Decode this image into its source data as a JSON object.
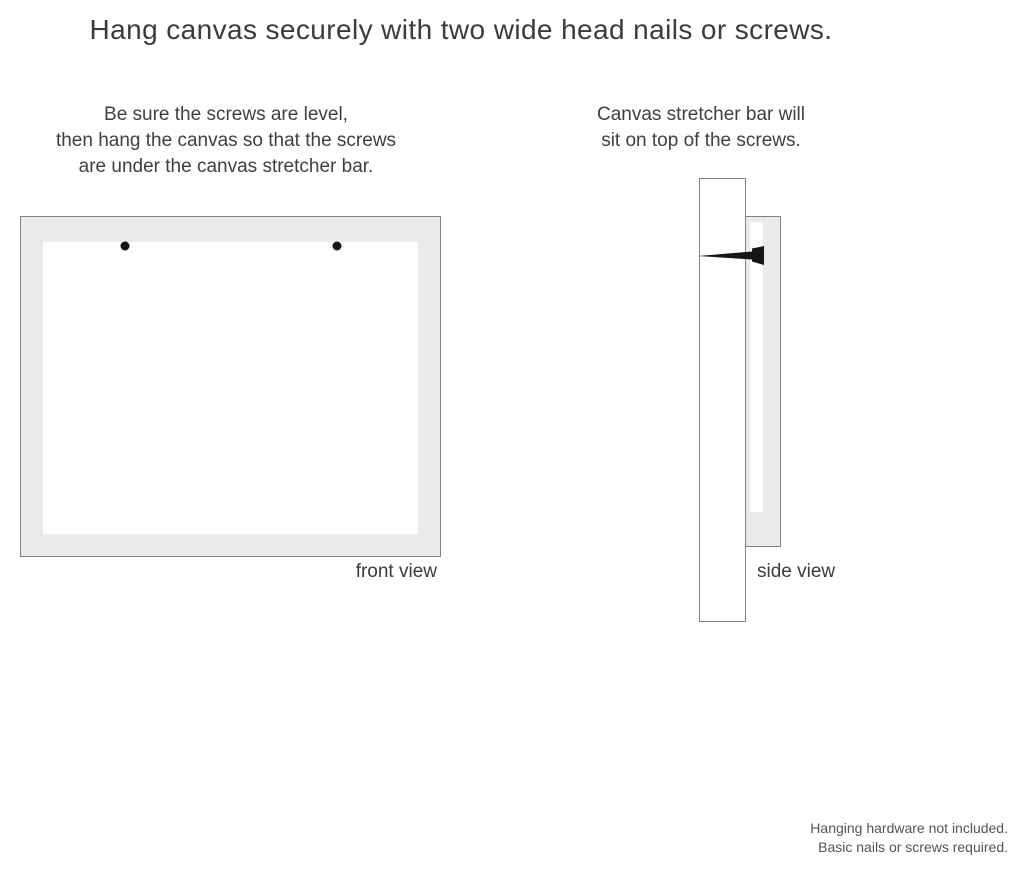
{
  "title": "Hang canvas securely with two wide head nails or screws.",
  "instructions": {
    "left": "Be sure the screws are level,\nthen hang the canvas so that the screws\nare under the canvas stretcher bar.",
    "right": "Canvas stretcher bar will\nsit on top of the screws."
  },
  "diagrams": {
    "front": {
      "label": "front view"
    },
    "side": {
      "label": "side view"
    }
  },
  "footer": {
    "disclaimer": "Hanging hardware not included.\nBasic nails or screws required."
  },
  "colors": {
    "background": "#ffffff",
    "frame_fill": "#eaeaea",
    "inner_fill": "#fdfdfd",
    "wall_fill": "#ffffff",
    "border": "#828282",
    "nail_black": "#161616",
    "title_text": "#3b3b3b",
    "body_text": "#3f3f3f",
    "muted_text": "#555555"
  }
}
